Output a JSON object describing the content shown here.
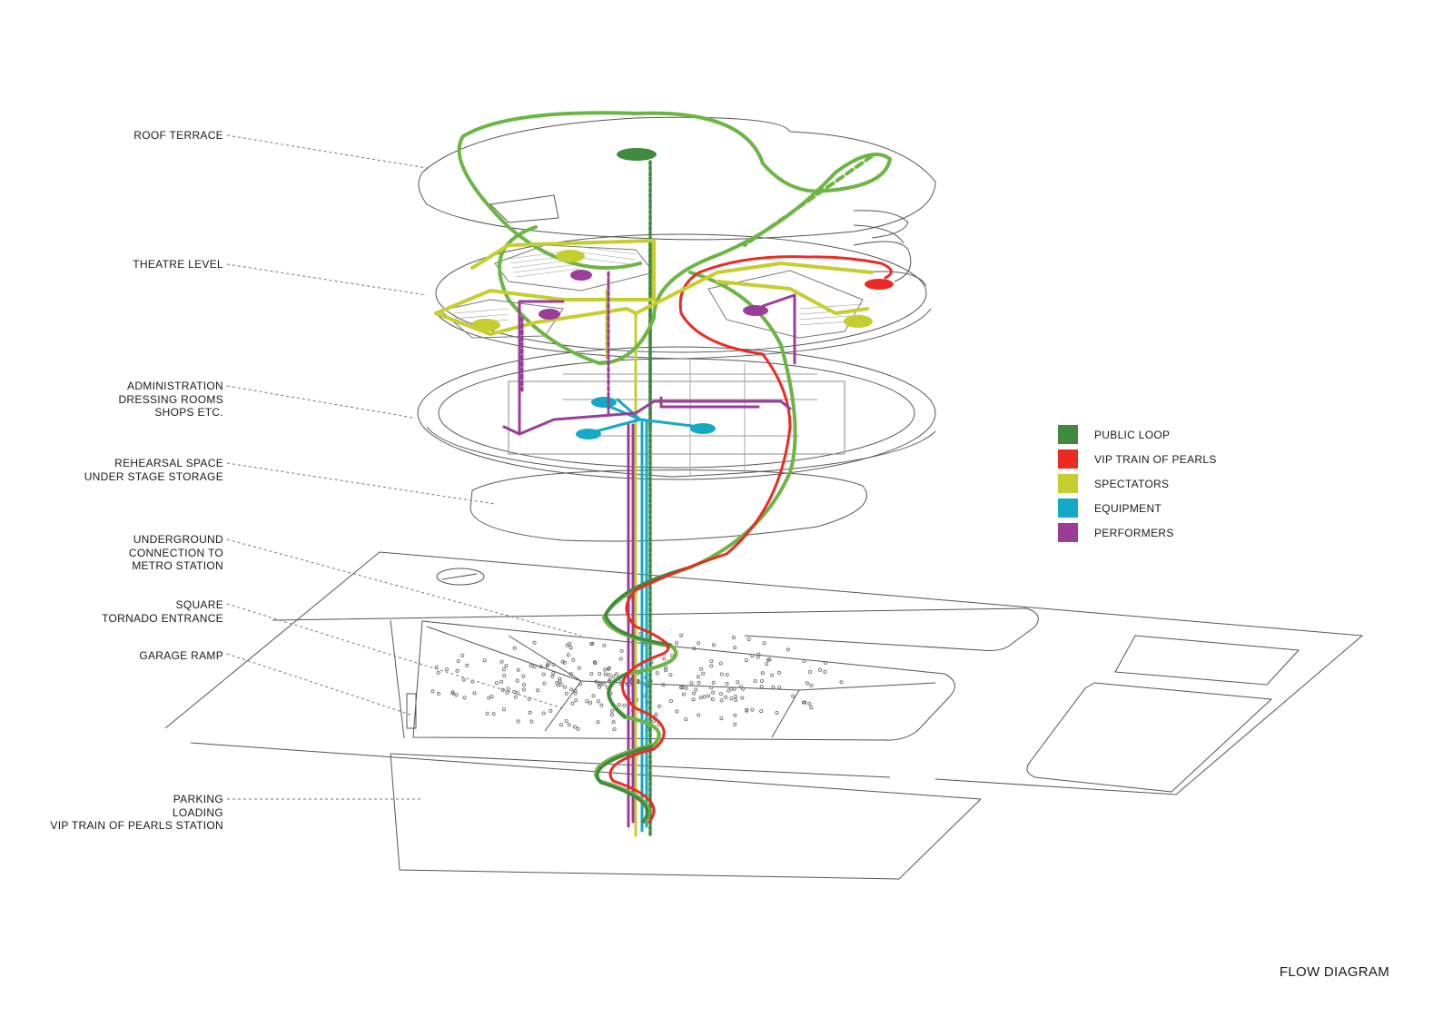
{
  "title": "FLOW DIAGRAM",
  "levels": [
    {
      "id": "roof",
      "lines": [
        "ROOF TERRACE"
      ]
    },
    {
      "id": "theatre",
      "lines": [
        "THEATRE LEVEL"
      ]
    },
    {
      "id": "admin",
      "lines": [
        "ADMINISTRATION",
        "DRESSING ROOMS",
        "SHOPS ETC."
      ]
    },
    {
      "id": "rehearsal",
      "lines": [
        "REHEARSAL SPACE",
        "UNDER STAGE STORAGE"
      ]
    },
    {
      "id": "underground",
      "lines": [
        "UNDERGROUND",
        "CONNECTION TO",
        "METRO STATION"
      ]
    },
    {
      "id": "square",
      "lines": [
        "SQUARE",
        "TORNADO ENTRANCE"
      ]
    },
    {
      "id": "garage",
      "lines": [
        "GARAGE RAMP"
      ]
    },
    {
      "id": "parking",
      "lines": [
        "PARKING",
        "LOADING",
        "VIP TRAIN OF PEARLS STATION"
      ]
    }
  ],
  "legend": [
    {
      "id": "public",
      "label": "PUBLIC LOOP",
      "color": "#3f8a3e"
    },
    {
      "id": "vip",
      "label": "VIP TRAIN OF PEARLS",
      "color": "#ec2a24"
    },
    {
      "id": "spectators",
      "label": "SPECTATORS",
      "color": "#c6cd2f"
    },
    {
      "id": "equipment",
      "label": "EQUIPMENT",
      "color": "#14a9c4"
    },
    {
      "id": "performers",
      "label": "PERFORMERS",
      "color": "#9a3d98"
    }
  ]
}
